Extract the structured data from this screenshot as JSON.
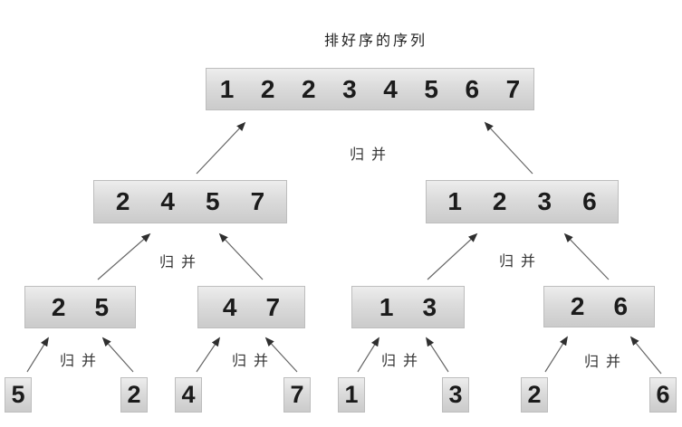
{
  "labels": {
    "title": "排好序的序列",
    "merge": "归并"
  },
  "tree": {
    "sorted": [
      "1",
      "2",
      "2",
      "3",
      "4",
      "5",
      "6",
      "7"
    ],
    "merged": [
      [
        "2",
        "4",
        "5",
        "7"
      ],
      [
        "1",
        "2",
        "3",
        "6"
      ]
    ],
    "pairs": [
      [
        "2",
        "5"
      ],
      [
        "4",
        "7"
      ],
      [
        "1",
        "3"
      ],
      [
        "2",
        "6"
      ]
    ],
    "singles": [
      "5",
      "2",
      "4",
      "7",
      "1",
      "3",
      "2",
      "6"
    ]
  },
  "colors": {
    "background": "#ffffff",
    "box_fill_top": "#ededed",
    "box_fill_bottom": "#cbcbcb",
    "box_border": "#bdbdbd",
    "text": "#1b1b1b",
    "arrow_line": "#666666",
    "arrow_head": "#2f2f2f"
  }
}
